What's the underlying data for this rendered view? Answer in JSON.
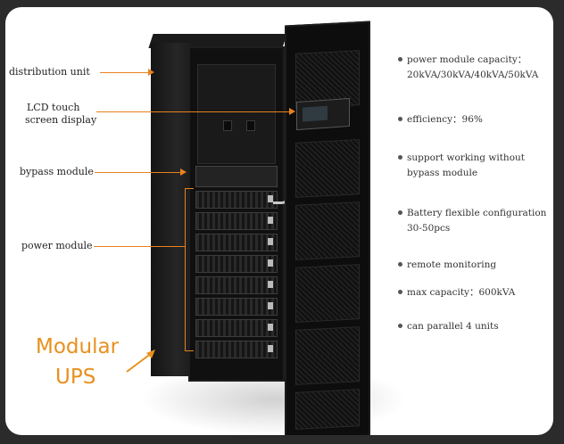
{
  "callouts": {
    "distribution_unit": "distribution unit",
    "lcd_line1": "LCD touch",
    "lcd_line2": "screen display",
    "bypass_module": "bypass module",
    "power_module": "power module"
  },
  "title": {
    "line1": "Modular",
    "line2": "UPS"
  },
  "features": [
    {
      "line1": "power module capacity：",
      "line2": "20kVA/30kVA/40kVA/50kVA"
    },
    {
      "line1": "efficiency：96%",
      "line2": ""
    },
    {
      "line1": "support working without",
      "line2": "bypass module"
    },
    {
      "line1": "Battery flexible configuration",
      "line2": "30-50pcs"
    },
    {
      "line1": "remote monitoring",
      "line2": ""
    },
    {
      "line1": "max capacity：600kVA",
      "line2": ""
    },
    {
      "line1": "can parallel 4 units",
      "line2": ""
    }
  ],
  "colors": {
    "accent": "#e8821e",
    "title": "#e8901e",
    "cabinet": "#101010"
  },
  "icons": {
    "bullet": "bullet-dot-icon",
    "arrow": "arrow-right-icon"
  }
}
